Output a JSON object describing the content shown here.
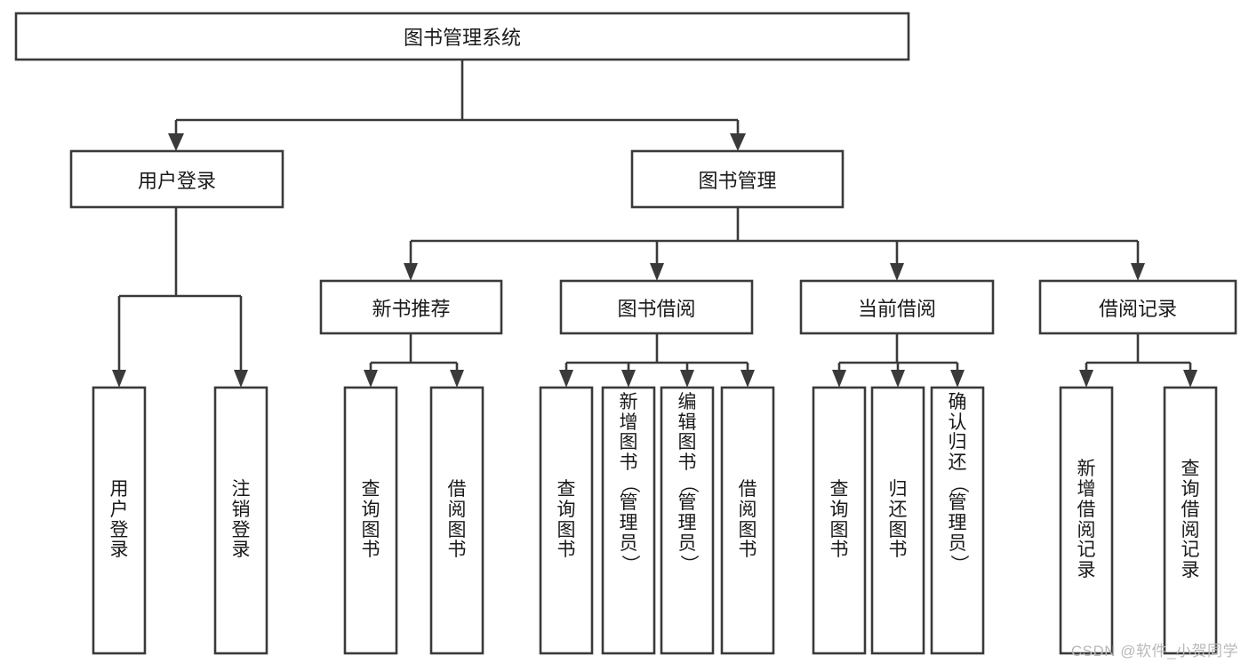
{
  "diagram": {
    "title": "图书管理系统",
    "watermark": "CSDN @软件_小贺同学",
    "colors": {
      "stroke": "#3a3a3a",
      "fill": "#ffffff",
      "text": "#1a1a1a",
      "watermark": "#b9b9b9",
      "background": "#ffffff"
    },
    "root": {
      "label": "图书管理系统"
    },
    "level2": [
      {
        "label": "用户登录"
      },
      {
        "label": "图书管理"
      }
    ],
    "level3": [
      {
        "label": "新书推荐"
      },
      {
        "label": "图书借阅"
      },
      {
        "label": "当前借阅"
      },
      {
        "label": "借阅记录"
      }
    ],
    "leaves": {
      "user_login": [
        {
          "label": "用户登录"
        },
        {
          "label": "注销登录"
        }
      ],
      "new_book": [
        {
          "label": "查询图书"
        },
        {
          "label": "借阅图书"
        }
      ],
      "book_borrow": [
        {
          "label": "查询图书"
        },
        {
          "label": "新增图书（管理员）"
        },
        {
          "label": "编辑图书（管理员）"
        },
        {
          "label": "借阅图书"
        }
      ],
      "current_borrow": [
        {
          "label": "查询图书"
        },
        {
          "label": "归还图书"
        },
        {
          "label": "确认归还（管理员）"
        }
      ],
      "borrow_record": [
        {
          "label": "新增借阅记录"
        },
        {
          "label": "查询借阅记录"
        }
      ]
    }
  }
}
